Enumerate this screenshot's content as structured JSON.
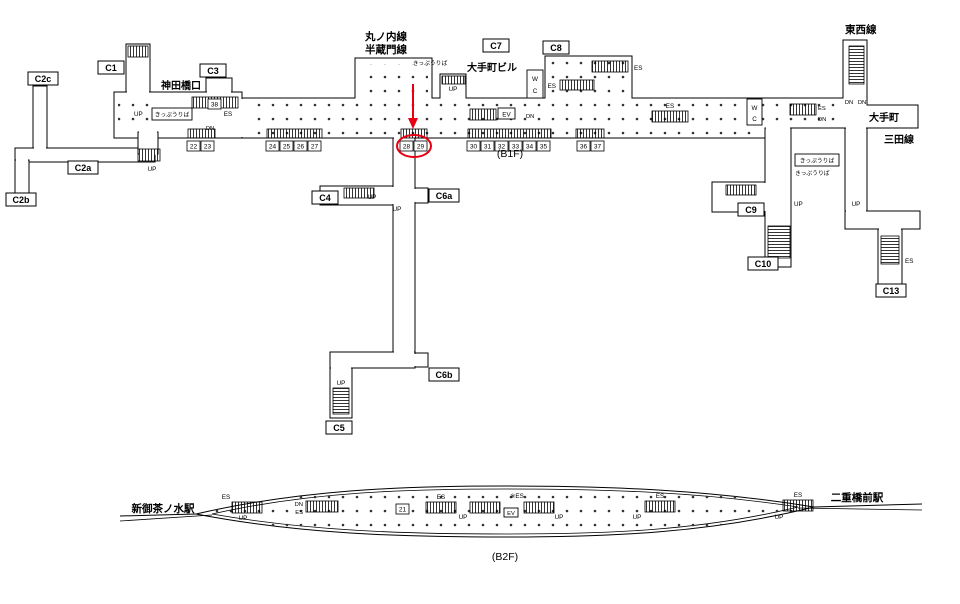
{
  "floor_labels": {
    "b1f": "(B1F)",
    "b2f": "(B2F)"
  },
  "exits": {
    "c1": "C1",
    "c2a": "C2a",
    "c2b": "C2b",
    "c2c": "C2c",
    "c3": "C3",
    "c4": "C4",
    "c5": "C5",
    "c6a": "C6a",
    "c6b": "C6b",
    "c7": "C7",
    "c8": "C8",
    "c9": "C9",
    "c10": "C10",
    "c13": "C13"
  },
  "lines": {
    "marunouchi": "丸ノ内線",
    "hanzomon": "半蔵門線",
    "tozai": "東西線",
    "mita": "三田線",
    "otemachi": "大手町"
  },
  "places": {
    "kandabashi_gate": "神田橋口",
    "otemachi_building": "大手町ビル",
    "shin_ochanomizu": "新御茶ノ水駅",
    "nijubashi_mae": "二重橋前駅"
  },
  "facility": {
    "up": "UP",
    "dn": "DN",
    "es": "ES",
    "ev": "EV",
    "es_note": "※ES",
    "wc_w": "W",
    "wc_c": "C",
    "ticket_office": "きっぷうりば"
  },
  "gate_numbers": {
    "b1f": [
      "22",
      "23",
      "24",
      "25",
      "26",
      "27",
      "28",
      "29",
      "30",
      "31",
      "32",
      "33",
      "34",
      "35",
      "36",
      "37"
    ],
    "kanda": "38",
    "b2f": "21"
  },
  "highlight": {
    "color": "#e60012"
  }
}
